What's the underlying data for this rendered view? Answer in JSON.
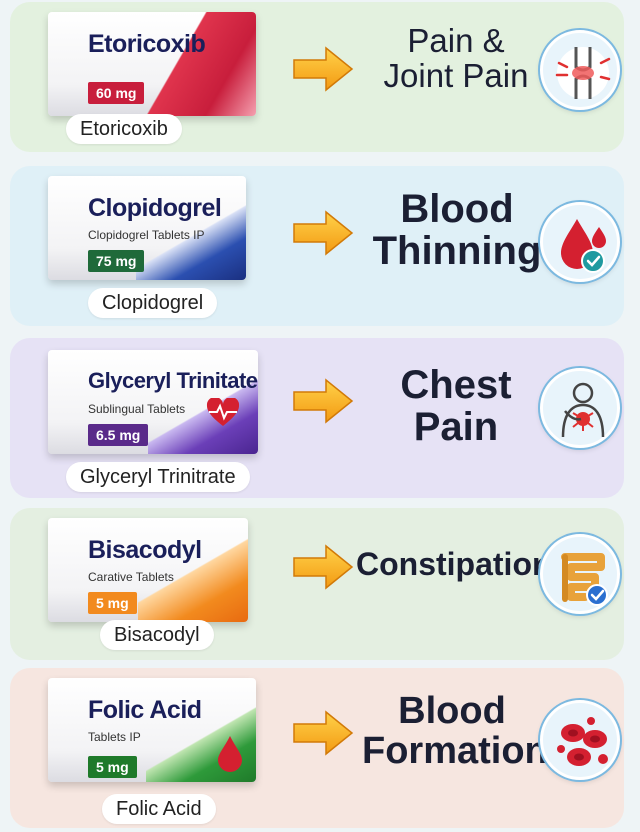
{
  "rows": [
    {
      "box_name": "Etoricoxib",
      "box_sub": "",
      "dose": "60 mg",
      "caption": "Etoricoxib",
      "label_lines": [
        "Pain &",
        "Joint Pain"
      ],
      "icon": "knee-joint-icon",
      "dose_color": "#c81e3c"
    },
    {
      "box_name": "Clopidogrel",
      "box_sub": "Clopidogrel Tablets IP",
      "dose": "75 mg",
      "caption": "Clopidogrel",
      "label_lines": [
        "Blood",
        "Thinning"
      ],
      "icon": "blood-drop-check-icon",
      "dose_color": "#1f6a3a"
    },
    {
      "box_name": "Glyceryl Trinitate",
      "box_sub": "Sublingual Tablets",
      "dose": "6.5 mg",
      "caption": "Glyceryl Trinitrate",
      "label_lines": [
        "Chest",
        "Pain"
      ],
      "icon": "chest-pain-icon",
      "dose_color": "#5a2a8a"
    },
    {
      "box_name": "Bisacodyl",
      "box_sub": "Carative Tablets",
      "dose": "5 mg",
      "caption": "Bisacodyl",
      "label_lines": [
        "Constipation"
      ],
      "icon": "intestine-check-icon",
      "dose_color": "#f28a1e"
    },
    {
      "box_name": "Folic Acid",
      "box_sub": "Tablets IP",
      "dose": "5 mg",
      "caption": "Folic Acid",
      "label_lines": [
        "Blood",
        "Formation"
      ],
      "icon": "red-blood-cells-icon",
      "dose_color": "#1f7a2a"
    }
  ]
}
